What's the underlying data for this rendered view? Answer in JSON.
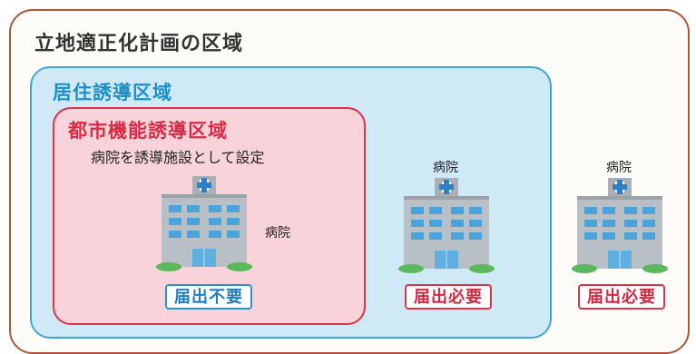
{
  "outer_zone": {
    "title": "立地適正化計画の区域"
  },
  "residential_zone": {
    "title": "居住誘導区域"
  },
  "urban_function_zone": {
    "title": "都市機能誘導区域",
    "subtitle": "病院を誘導施設として設定"
  },
  "hospitals": [
    {
      "label": "病院",
      "badge": "届出不要",
      "badge_color": "#2a93cf"
    },
    {
      "label": "病院",
      "badge": "届出必要",
      "badge_color": "#d8344a"
    },
    {
      "label": "病院",
      "badge": "届出必要",
      "badge_color": "#d8344a"
    }
  ],
  "colors": {
    "outer_border": "#b0553a",
    "residential_fill": "#cfe9f6",
    "residential_border": "#3aa7d8",
    "urban_fill": "#f8d3da",
    "urban_border": "#d8344a"
  }
}
